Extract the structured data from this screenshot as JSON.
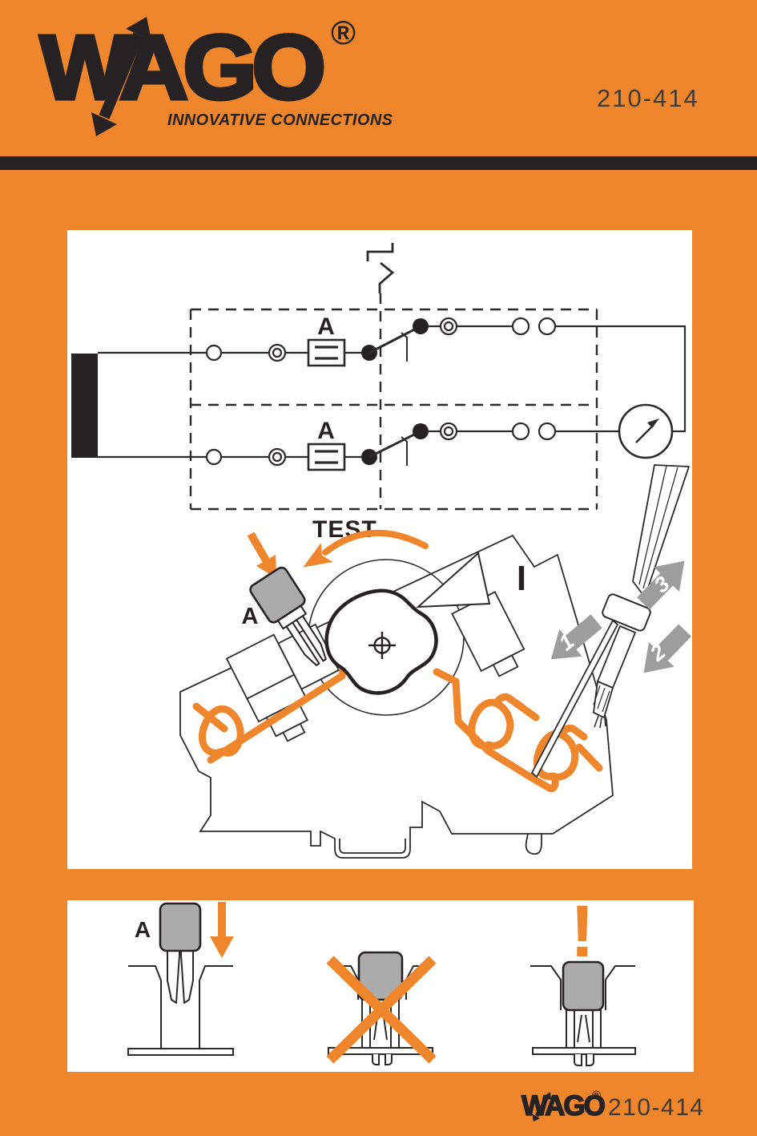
{
  "colors": {
    "orange": "#F0862B",
    "ink": "#262223",
    "line": "#2D2A2B",
    "plug_gray": "#ABABAB",
    "arrow_gray": "#9D9D9C",
    "number_gray": "#3E3A39",
    "panel_white": "#FFFFFF"
  },
  "header": {
    "brand": "WAGO",
    "registered": "®",
    "tagline": "INNOVATIVE CONNECTIONS",
    "product_number": "210-414"
  },
  "schematic": {
    "fuse_label_top": "A",
    "fuse_label_bottom": "A"
  },
  "instruction": {
    "test_label": "TEST",
    "probe_point_label": "A",
    "current_label": "I",
    "steps": [
      "1",
      "2",
      "3"
    ]
  },
  "insertion_guide": {
    "plug_label": "A",
    "warning_mark": "!"
  },
  "footer": {
    "brand": "WAGO",
    "registered": "®",
    "product_number": "210-414"
  }
}
